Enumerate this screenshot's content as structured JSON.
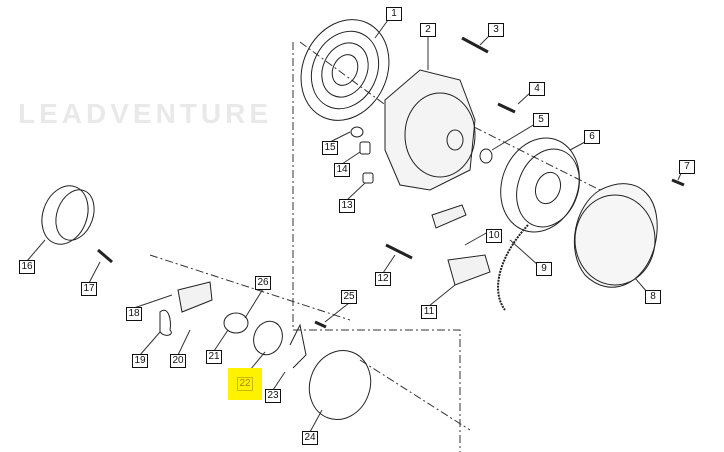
{
  "diagram": {
    "title": "Recoil starter exploded parts diagram",
    "watermark": "LEADVENTURE",
    "highlighted_label": "22",
    "highlight_color": "#fff200",
    "labels": [
      "1",
      "2",
      "3",
      "4",
      "5",
      "6",
      "7",
      "8",
      "9",
      "10",
      "11",
      "12",
      "13",
      "14",
      "15",
      "16",
      "17",
      "18",
      "19",
      "20",
      "21",
      "22",
      "23",
      "24",
      "25",
      "26"
    ]
  }
}
